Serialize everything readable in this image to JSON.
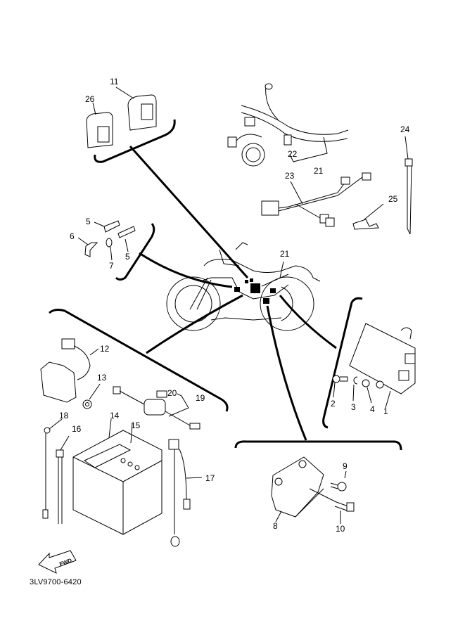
{
  "diagram": {
    "title_code": "3LV9700-6420",
    "fwd_label": "FWD",
    "callouts": [
      {
        "id": "c1",
        "label": "1"
      },
      {
        "id": "c2",
        "label": "2"
      },
      {
        "id": "c3",
        "label": "3"
      },
      {
        "id": "c4",
        "label": "4"
      },
      {
        "id": "c5a",
        "label": "5"
      },
      {
        "id": "c5b",
        "label": "5"
      },
      {
        "id": "c6",
        "label": "6"
      },
      {
        "id": "c7",
        "label": "7"
      },
      {
        "id": "c8",
        "label": "8"
      },
      {
        "id": "c9",
        "label": "9"
      },
      {
        "id": "c10",
        "label": "10"
      },
      {
        "id": "c11",
        "label": "11"
      },
      {
        "id": "c12",
        "label": "12"
      },
      {
        "id": "c13",
        "label": "13"
      },
      {
        "id": "c14",
        "label": "14"
      },
      {
        "id": "c15",
        "label": "15"
      },
      {
        "id": "c16",
        "label": "16"
      },
      {
        "id": "c17",
        "label": "17"
      },
      {
        "id": "c18",
        "label": "18"
      },
      {
        "id": "c19",
        "label": "19"
      },
      {
        "id": "c20",
        "label": "20"
      },
      {
        "id": "c21a",
        "label": "21"
      },
      {
        "id": "c21b",
        "label": "21"
      },
      {
        "id": "c22",
        "label": "22"
      },
      {
        "id": "c23",
        "label": "23"
      },
      {
        "id": "c24",
        "label": "24"
      },
      {
        "id": "c25",
        "label": "25"
      },
      {
        "id": "c26",
        "label": "26"
      }
    ]
  }
}
